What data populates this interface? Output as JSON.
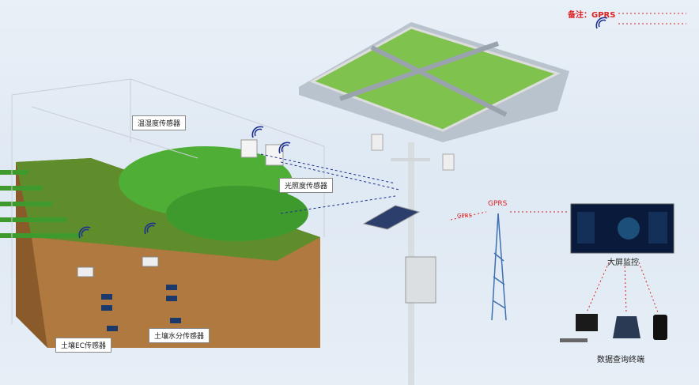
{
  "legend": {
    "note_prefix": "备注：",
    "gprs_label": "GPRS",
    "gprs_color": "#d22222",
    "wireless_color": "#1d2f8f"
  },
  "sensors": {
    "temp_humidity": "温湿度传感器",
    "light": "光照度传感器",
    "soil_ec": "土壤EC传感器",
    "soil_moisture": "土壤水分传感器"
  },
  "network": {
    "tower_label": "GPRS",
    "link_label": "GPRS"
  },
  "monitor": {
    "label": "大屏监控"
  },
  "terminals": {
    "label": "数据查询终端"
  }
}
